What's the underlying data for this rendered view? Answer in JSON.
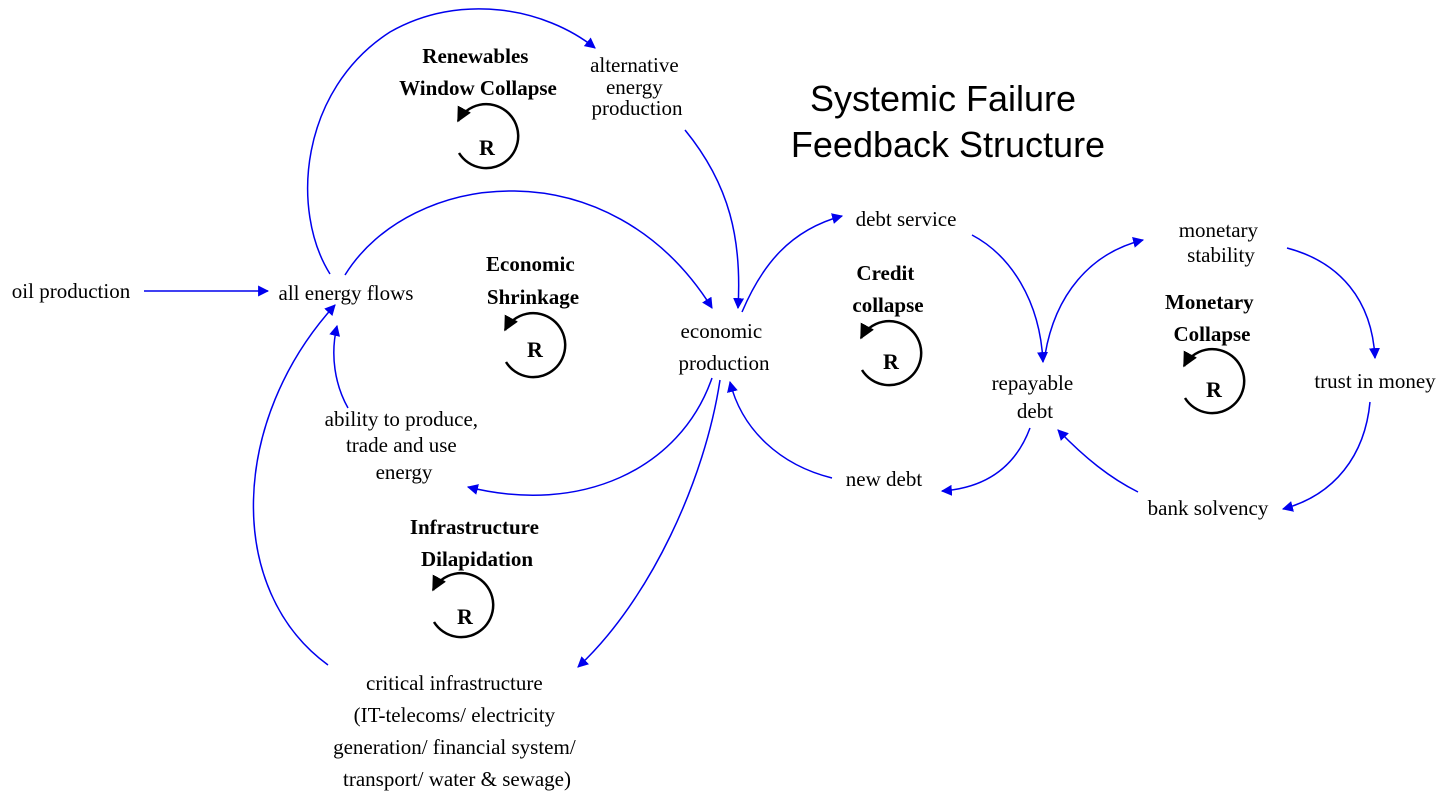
{
  "title_lines": [
    "Systemic Failure",
    "Feedback Structure"
  ],
  "colors": {
    "link": "#0000ee",
    "text": "#000000",
    "background": "#ffffff"
  },
  "variables": {
    "oil_production": [
      "oil production"
    ],
    "all_energy_flows": [
      "all energy flows"
    ],
    "alternative_energy_production": [
      "alternative",
      "energy",
      "production"
    ],
    "economic_production": [
      "economic",
      "production"
    ],
    "ability_to_produce": [
      "ability to produce,",
      "trade and use",
      "energy"
    ],
    "critical_infrastructure": [
      "critical infrastructure",
      "(IT-telecoms/ electricity",
      "generation/ financial system/",
      "transport/ water & sewage)"
    ],
    "debt_service": [
      "debt service"
    ],
    "new_debt": [
      "new debt"
    ],
    "repayable_debt": [
      "repayable",
      "debt"
    ],
    "monetary_stability": [
      "monetary",
      "stability"
    ],
    "trust_in_money": [
      "trust in money"
    ],
    "bank_solvency": [
      "bank solvency"
    ]
  },
  "loops": {
    "renewables": {
      "name": [
        "Renewables",
        "Window Collapse"
      ],
      "polarity": "R"
    },
    "economic": {
      "name": [
        "Economic",
        "Shrinkage"
      ],
      "polarity": "R"
    },
    "infrastructure": {
      "name": [
        "Infrastructure",
        "Dilapidation"
      ],
      "polarity": "R"
    },
    "credit": {
      "name": [
        "Credit",
        "collapse"
      ],
      "polarity": "R"
    },
    "monetary": {
      "name": [
        "Monetary",
        "Collapse"
      ],
      "polarity": "R"
    }
  }
}
